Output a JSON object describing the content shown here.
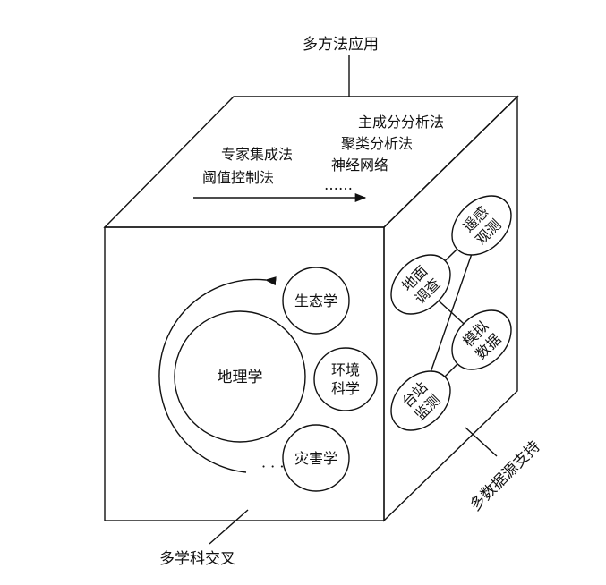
{
  "labels": {
    "top_callout": "多方法应用",
    "bottom_callout": "多学科交叉",
    "right_callout": "多数据源支持"
  },
  "methods": {
    "left": [
      "专家集成法",
      "阈值控制法"
    ],
    "right": [
      "主成分分析法",
      "聚类分析法",
      "神经网络"
    ],
    "ellipsis": "……"
  },
  "disciplines": {
    "center": "地理学",
    "ecology": "生态学",
    "environment": [
      "环境",
      "科学"
    ],
    "disaster": "灾害学",
    "dots": "· · ·"
  },
  "data_sources": {
    "remote_sensing": [
      "遥感",
      "观测"
    ],
    "ground_survey": [
      "地面",
      "调查"
    ],
    "model_data": [
      "模拟",
      "数据"
    ],
    "station_monitoring": [
      "台站",
      "监测"
    ]
  }
}
